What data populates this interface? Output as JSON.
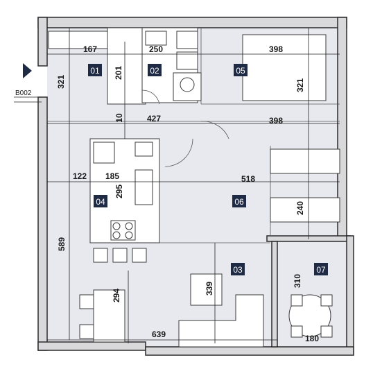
{
  "colors": {
    "floor": "#e8e9ef",
    "wall_fill": "#d9d9dc",
    "label_bg": "#1f2a44",
    "line": "#222222"
  },
  "entry": {
    "label": "B002",
    "icon": "entry-arrow-icon"
  },
  "rooms": [
    {
      "id": "01"
    },
    {
      "id": "02"
    },
    {
      "id": "05"
    },
    {
      "id": "04"
    },
    {
      "id": "06"
    },
    {
      "id": "03"
    },
    {
      "id": "07"
    }
  ],
  "dimensions": [
    {
      "value": "167"
    },
    {
      "value": "250"
    },
    {
      "value": "398"
    },
    {
      "value": "321"
    },
    {
      "value": "201"
    },
    {
      "value": "321"
    },
    {
      "value": "10"
    },
    {
      "value": "427"
    },
    {
      "value": "398"
    },
    {
      "value": "122"
    },
    {
      "value": "185"
    },
    {
      "value": "518"
    },
    {
      "value": "295"
    },
    {
      "value": "240"
    },
    {
      "value": "589"
    },
    {
      "value": "339"
    },
    {
      "value": "294"
    },
    {
      "value": "310"
    },
    {
      "value": "639"
    },
    {
      "value": "180"
    }
  ]
}
